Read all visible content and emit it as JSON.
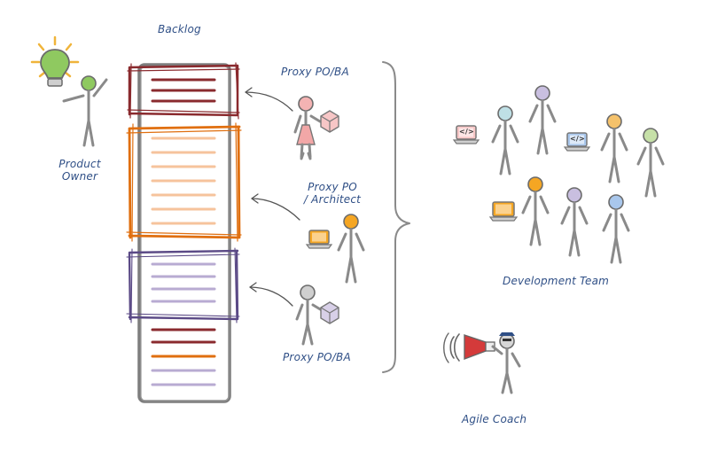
{
  "labels": {
    "backlog": "Backlog",
    "product_owner_line1": "Product",
    "product_owner_line2": "Owner",
    "proxy_po_ba_top": "Proxy PO/BA",
    "proxy_po_architect_line1": "Proxy PO",
    "proxy_po_architect_line2": "/ Architect",
    "proxy_po_ba_bottom": "Proxy PO/BA",
    "development_team": "Development Team",
    "agile_coach": "Agile Coach"
  },
  "laptop_code_glyph": "</>",
  "colors": {
    "label_text": "#2f4f86",
    "section_red": "#8a2a2e",
    "section_orange": "#e06f0f",
    "section_purple": "#5b4a86",
    "line_light_orange": "#f6c39c",
    "line_light_purple": "#b8abd2",
    "figure_gray": "#8a8a8a",
    "bulb_green": "#8fc960",
    "bulb_rays": "#f0b43a",
    "megaphone_red": "#d43a3a"
  }
}
